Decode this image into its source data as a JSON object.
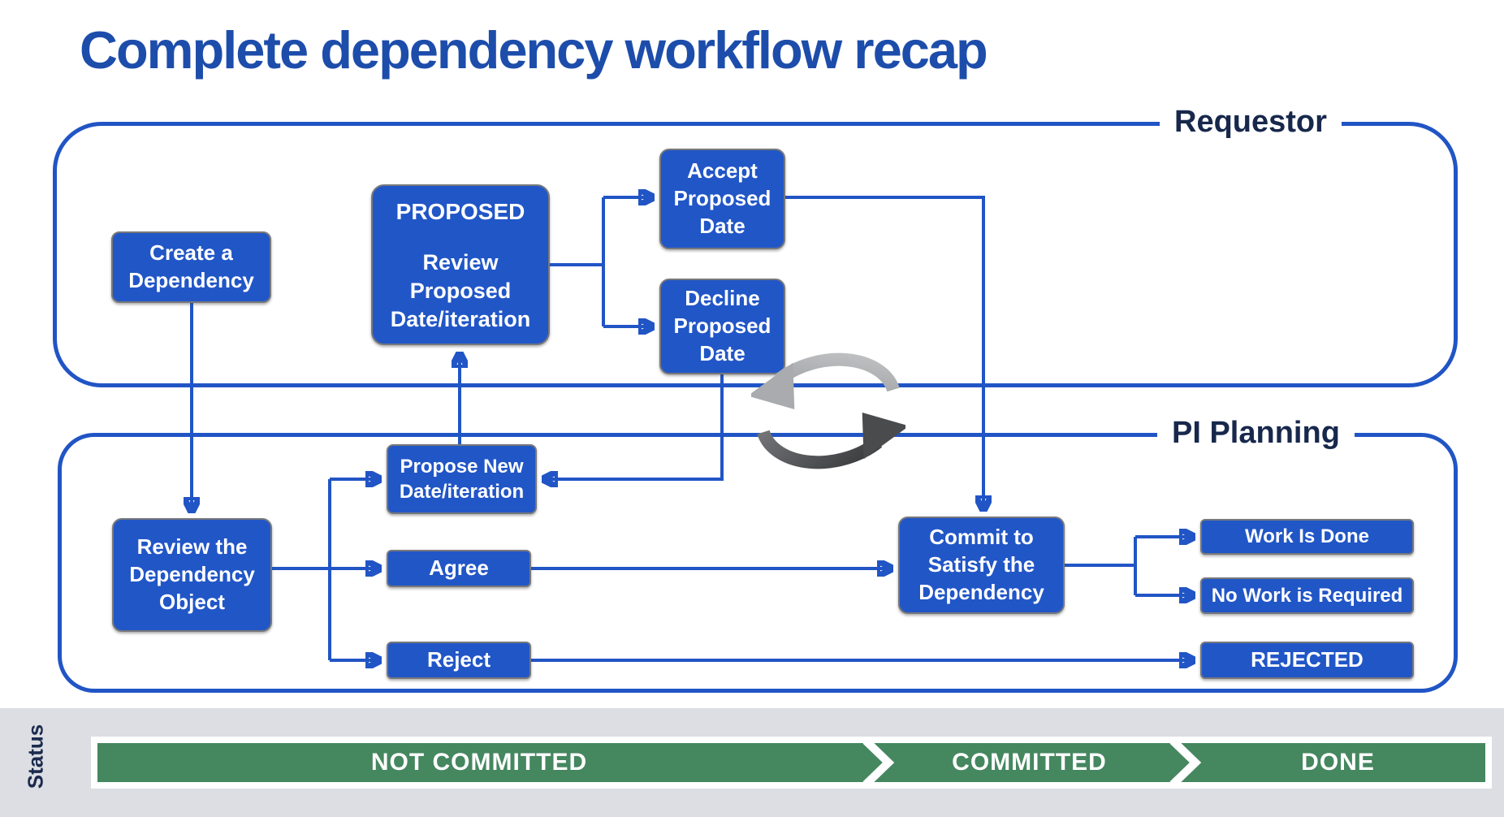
{
  "title": "Complete dependency workflow recap",
  "containers": {
    "requestor": {
      "label": "Requestor"
    },
    "pi_planning": {
      "label": "PI Planning"
    }
  },
  "nodes": {
    "create": {
      "label": "Create a\nDependency"
    },
    "proposed": {
      "state": "PROPOSED",
      "label": "Review\nProposed\nDate/iteration"
    },
    "accept": {
      "label": "Accept\nProposed\nDate"
    },
    "decline": {
      "label": "Decline\nProposed\nDate"
    },
    "propose_new": {
      "label": "Propose New\nDate/iteration"
    },
    "review": {
      "label": "Review the\nDependency\nObject"
    },
    "agree": {
      "label": "Agree"
    },
    "reject": {
      "label": "Reject"
    },
    "commit": {
      "label": "Commit to\nSatisfy the\nDependency"
    },
    "work_done": {
      "label": "Work Is Done"
    },
    "no_work": {
      "label": "No Work is Required"
    },
    "rejected": {
      "label": "REJECTED"
    }
  },
  "status_bar": {
    "axis_label": "Status",
    "segments": [
      "NOT COMMITTED",
      "COMMITTED",
      "DONE"
    ]
  },
  "colors": {
    "box_blue": "#2156c7",
    "line_blue": "#2155c5",
    "title_blue": "#1d4dab",
    "label_navy": "#17284c",
    "status_green": "#45875f",
    "band_gray": "#dcdee3",
    "icon_light_gray": "#a9abae",
    "icon_dark_gray": "#4a4b4d"
  },
  "icons": {
    "cycle": "cycle-arrows-icon"
  }
}
